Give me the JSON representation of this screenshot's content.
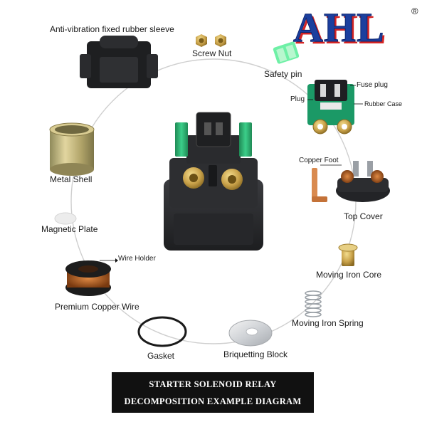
{
  "brand": {
    "logo": "AHL",
    "registered_mark": "®",
    "logo_color": "#1c3f9e",
    "logo_shadow_color": "#d42424"
  },
  "banner": {
    "line1": "STARTER SOLENOID RELAY",
    "line2": "DECOMPOSITION EXAMPLE DIAGRAM"
  },
  "parts": {
    "sleeve": "Anti-vibration fixed rubber sleeve",
    "screw_nut": "Screw Nut",
    "safety_pin": "Safety pin",
    "fuse_plug": "Fuse plug",
    "plug": "Plug",
    "rubber_case": "Rubber Case",
    "copper_foot": "Copper Foot",
    "top_cover": "Top Cover",
    "metal_shell": "Metal Shell",
    "magnetic_plate": "Magnetic Plate",
    "wire_holder": "Wire Holder",
    "copper_wire": "Premium Copper Wire",
    "moving_iron_core": "Moving Iron Core",
    "moving_iron_spring": "Moving Iron Spring",
    "gasket": "Gasket",
    "briquetting_block": "Briquetting Block"
  },
  "colors": {
    "relay_body": "#2a2b2e",
    "terminal_green": "#2bb673",
    "brass": "#c9a24a",
    "copper": "#b8662d",
    "circle_line": "#c8c8c8"
  }
}
